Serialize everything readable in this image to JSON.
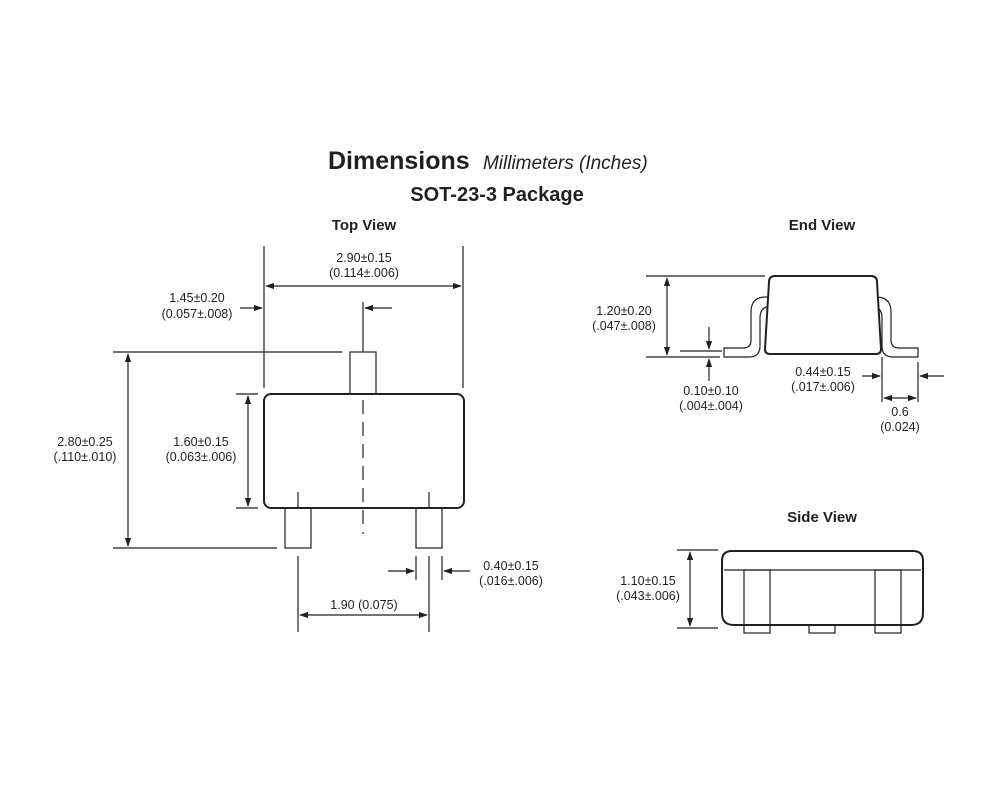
{
  "title": {
    "main": "Dimensions",
    "units": "Millimeters (Inches)",
    "package": "SOT-23-3 Package"
  },
  "top_view": {
    "heading": "Top View",
    "width_mm": "2.90±0.15",
    "width_in": "(0.114±.006)",
    "center_offset_mm": "1.45±0.20",
    "center_offset_in": "(0.057±.008)",
    "overall_height_mm": "2.80±0.25",
    "overall_height_in": "(.110±.010)",
    "body_height_mm": "1.60±0.15",
    "body_height_in": "(0.063±.006)",
    "lead_width_mm": "0.40±0.15",
    "lead_width_in": "(.016±.006)",
    "pitch": "1.90 (0.075)"
  },
  "end_view": {
    "heading": "End View",
    "height_mm": "1.20±0.20",
    "height_in": "(.047±.008)",
    "standoff_mm": "0.10±0.10",
    "standoff_in": "(.004±.004)",
    "foot_length_mm": "0.44±0.15",
    "foot_length_in": "(.017±.006)",
    "foot_mm": "0.6",
    "foot_in": "(0.024)"
  },
  "side_view": {
    "heading": "Side View",
    "height_mm": "1.10±0.15",
    "height_in": "(.043±.006)"
  },
  "colors": {
    "ink": "#231f20",
    "background": "#ffffff"
  }
}
